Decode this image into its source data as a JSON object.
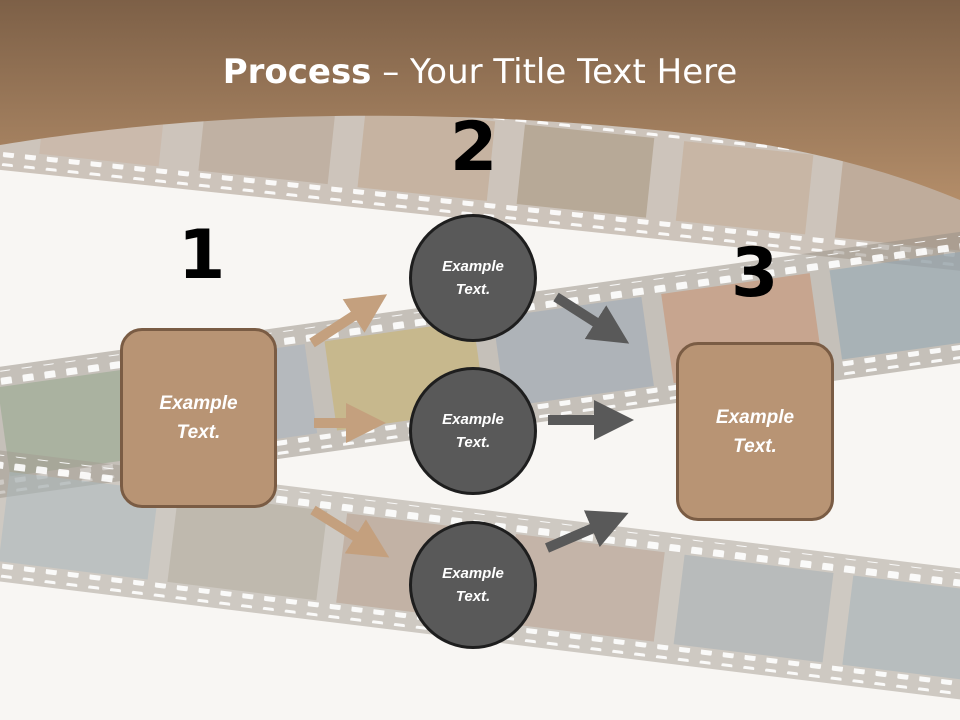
{
  "slide": {
    "title_bold": "Process",
    "title_rest": " – Your Title Text Here",
    "step_numbers": [
      "1",
      "2",
      "3"
    ],
    "left_box": "Example Text.",
    "right_box": "Example Text.",
    "circles": [
      "Example Text.",
      "Example Text.",
      "Example Text."
    ]
  },
  "colors": {
    "header_brown": "#a9825f",
    "box_fill": "#b89474",
    "circle_fill": "#595959",
    "arrow_tan": "#c4a07e",
    "arrow_gray": "#595959"
  }
}
